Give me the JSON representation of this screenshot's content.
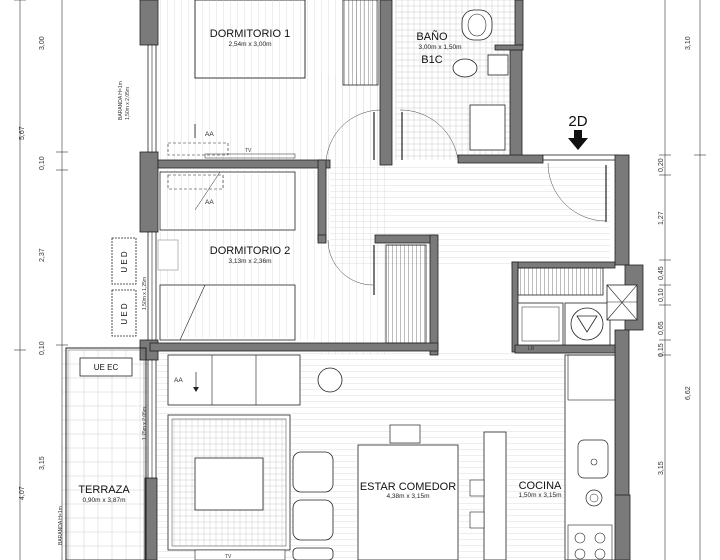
{
  "rooms": {
    "dormitorio1": {
      "name": "DORMITORIO 1",
      "dims": "2,54m x 3,00m"
    },
    "bano": {
      "name": "BAÑO",
      "dims": "3,00m x 1,50m",
      "code": "B1C"
    },
    "dormitorio2": {
      "name": "DORMITORIO 2",
      "dims": "3,13m x 2,36m"
    },
    "terraza": {
      "name": "TERRAZA",
      "dims": "0,90m x 3,87m"
    },
    "estar": {
      "name": "ESTAR COMEDOR",
      "dims": "4,38m x 3,15m"
    },
    "cocina": {
      "name": "COCINA",
      "dims": "1,50m x 3,15m"
    }
  },
  "labels": {
    "ue_ec": "UE EC",
    "ued_1": "U E D",
    "ued_2": "U E D",
    "aa_1": "AA",
    "aa_2": "AA",
    "aa_3": "AA",
    "tv_1": "TV",
    "tv_2": "TV",
    "lr": "LR",
    "section_2d": "2D",
    "baranda_1": "BARANDA H=1m",
    "baranda_1_dims": "1,50m x 2,05m",
    "baranda_2": "BARANDA H=1m",
    "window_1": "1,50m x 1,25m",
    "window_2": "1,75m x 2,05m"
  },
  "dimensions_left": {
    "d1": "3,00",
    "d2": "5,67",
    "d3": "0,10",
    "d4": "2,37",
    "d5": "0,10",
    "d6": "3,15",
    "d7": "4,07"
  },
  "dimensions_right": {
    "d1": "3,10",
    "d2": "0,20",
    "d3": "1,27",
    "d4": "0,45",
    "d5": "0,10",
    "d6": "0,65",
    "d7": "0,15",
    "d8": "6,62",
    "d9": "3,15"
  }
}
